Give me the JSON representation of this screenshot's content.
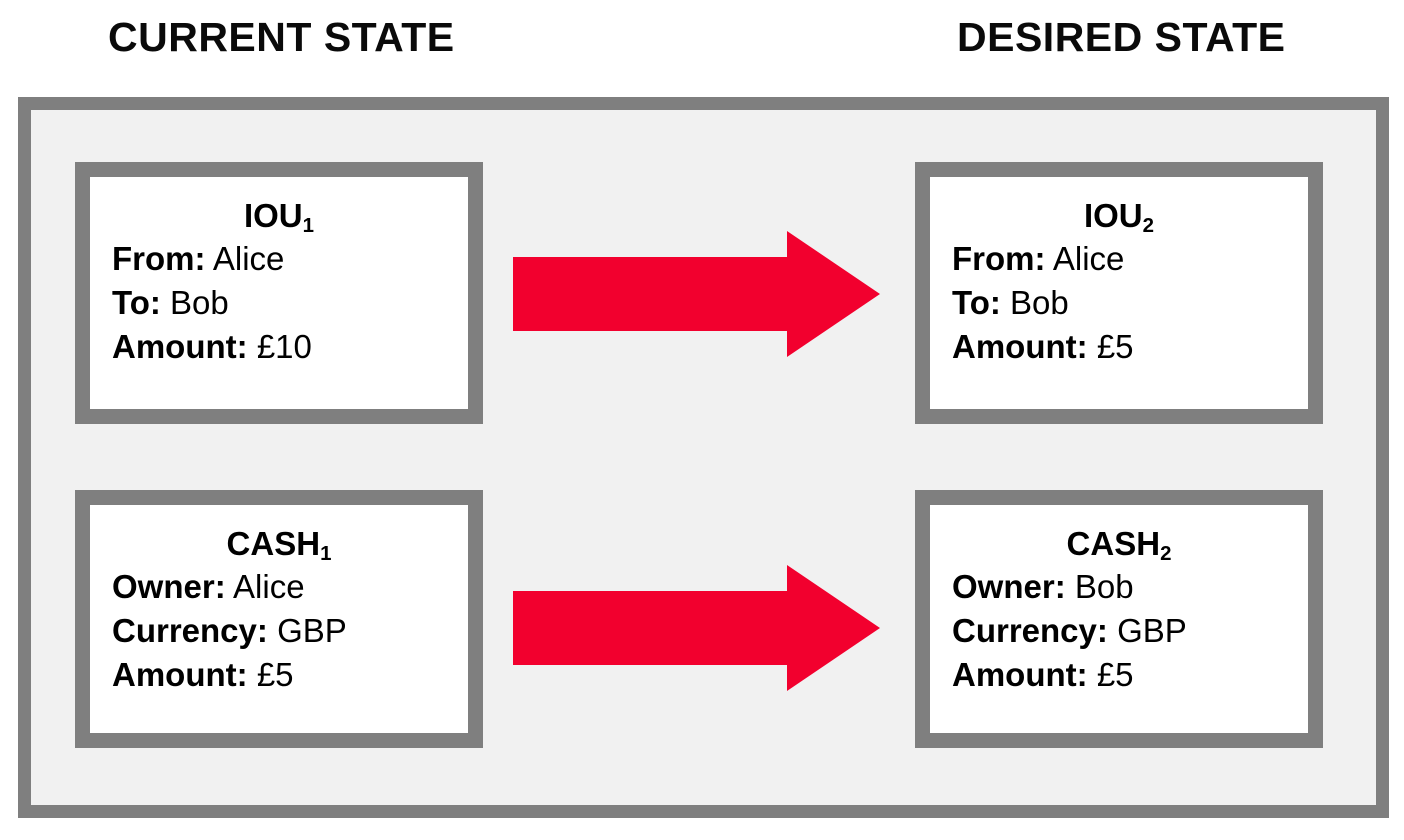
{
  "headings": {
    "current": "CURRENT STATE",
    "desired": "DESIRED STATE"
  },
  "colors": {
    "arrow_red": "#F2002E",
    "border_gray": "#7F7F7F",
    "panel_fill": "#F1F1F1",
    "box_fill": "#FFFFFF",
    "text": "#000000"
  },
  "boxes": [
    {
      "id": "iou1",
      "title_base": "IOU",
      "title_sub": "1",
      "column": "current",
      "fields": [
        {
          "label": "From:",
          "value": "Alice"
        },
        {
          "label": "To:",
          "value": "Bob"
        },
        {
          "label": "Amount:",
          "value": "£10"
        }
      ]
    },
    {
      "id": "iou2",
      "title_base": "IOU",
      "title_sub": "2",
      "column": "desired",
      "fields": [
        {
          "label": "From:",
          "value": "Alice"
        },
        {
          "label": "To:",
          "value": "Bob"
        },
        {
          "label": "Amount:",
          "value": "£5"
        }
      ]
    },
    {
      "id": "cash1",
      "title_base": "CASH",
      "title_sub": "1",
      "column": "current",
      "fields": [
        {
          "label": "Owner:",
          "value": "Alice"
        },
        {
          "label": "Currency:",
          "value": "GBP"
        },
        {
          "label": "Amount:",
          "value": "£5"
        }
      ]
    },
    {
      "id": "cash2",
      "title_base": "CASH",
      "title_sub": "2",
      "column": "desired",
      "fields": [
        {
          "label": "Owner:",
          "value": "Bob"
        },
        {
          "label": "Currency:",
          "value": "GBP"
        },
        {
          "label": "Amount:",
          "value": "£5"
        }
      ]
    }
  ],
  "arrows": [
    {
      "id": "iou-transition",
      "direction": "right"
    },
    {
      "id": "cash-transition",
      "direction": "right"
    }
  ]
}
